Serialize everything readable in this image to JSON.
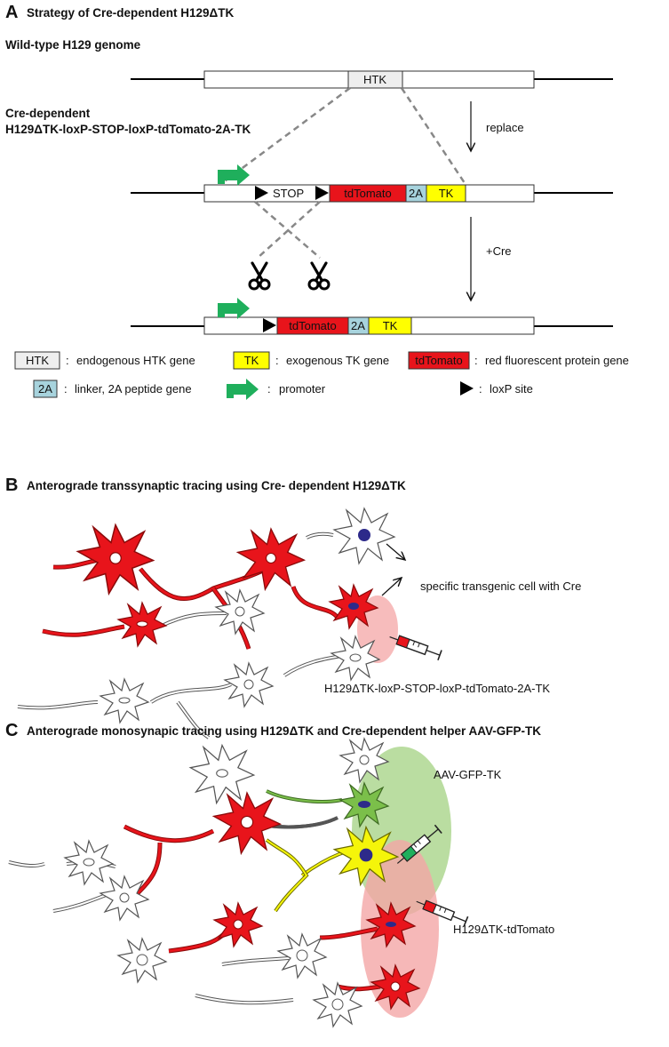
{
  "panel_a": {
    "letter": "A",
    "title": "Strategy of Cre-dependent H129ΔTK",
    "wildtype_label": "Wild-type H129 genome",
    "htk_box": "HTK",
    "construct_label_line1": "Cre-dependent",
    "construct_label_line2": "H129ΔTK-loxP-STOP-loxP-tdTomato-2A-TK",
    "replace_label": "replace",
    "stop_box": "STOP",
    "tdtomato_box": "tdTomato",
    "twoa_box": "2A",
    "tk_box": "TK",
    "cre_label": "+Cre",
    "legend": {
      "htk_key": "HTK",
      "htk_desc": "endogenous HTK gene",
      "tk_key": "TK",
      "tk_desc": "exogenous TK gene",
      "tdtomato_key": "tdTomato",
      "tdtomato_desc": "red fluorescent protein gene",
      "twoa_key": "2A",
      "twoa_desc": "linker, 2A peptide gene",
      "promoter_desc": "promoter",
      "loxp_desc": "loxP site",
      "separator": ":"
    },
    "colors": {
      "htk": "#eeeeee",
      "tdtomato": "#e8141b",
      "twoa": "#a7d3dd",
      "tk": "#ffff00",
      "promoter": "#1faf5c"
    }
  },
  "panel_b": {
    "letter": "B",
    "title": "Anterograde transsynaptic tracing using Cre- dependent H129ΔTK",
    "cell_label": "specific transgenic cell with Cre",
    "virus_label": "H129ΔTK-loxP-STOP-loxP-tdTomato-2A-TK"
  },
  "panel_c": {
    "letter": "C",
    "title": "Anterograde monosynapic tracing using H129ΔTK and Cre-dependent helper AAV-GFP-TK",
    "aav_label": "AAV-GFP-TK",
    "virus_label": "H129ΔTK-tdTomato"
  }
}
